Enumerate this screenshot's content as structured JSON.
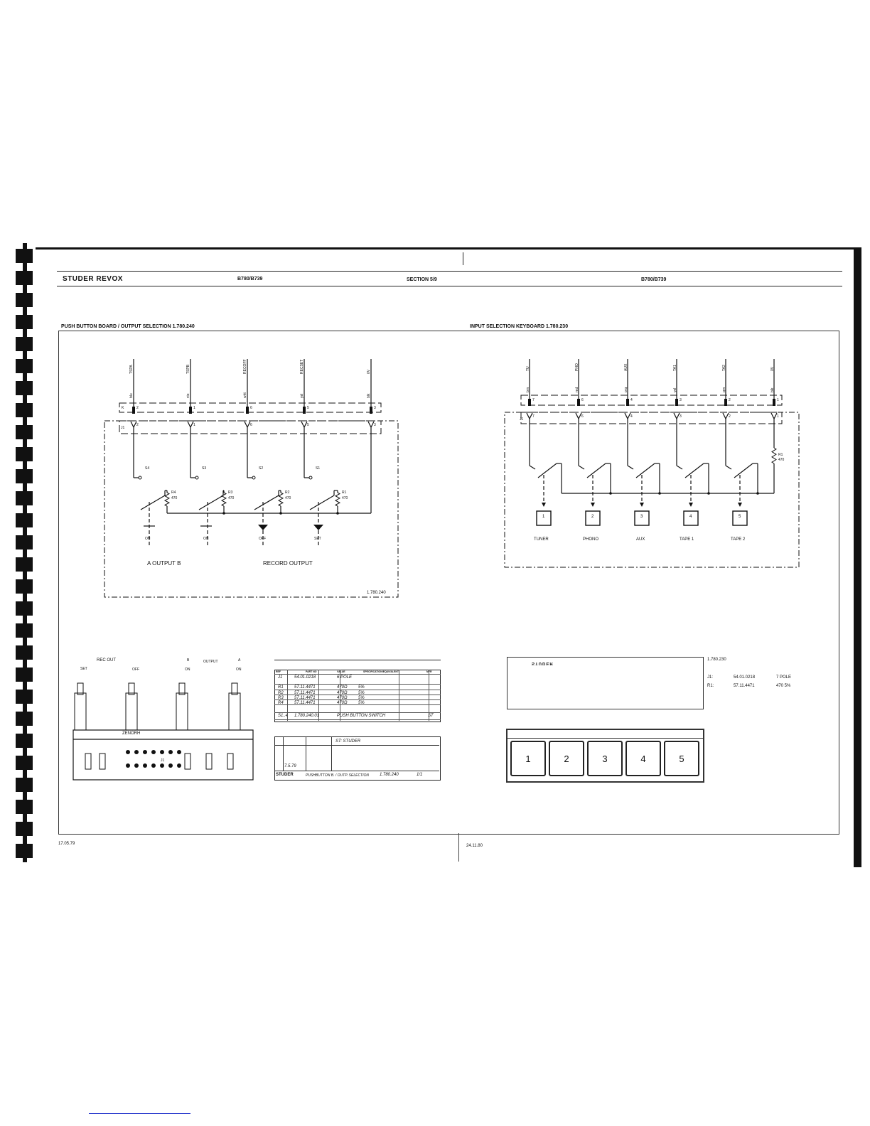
{
  "header": {
    "brand": "STUDER REVOX",
    "model_left": "B780/B739",
    "section": "SECTION 5/9",
    "model_right": "B780/B739"
  },
  "left_panel": {
    "title": "PUSH BUTTON BOARD / OUTPUT SELECTION 1.780.240",
    "wire_signals": [
      "TSPA",
      "TSPB",
      "RECOFF",
      "RECSET",
      "0V"
    ],
    "wire_colors": [
      "blu",
      "vio",
      "wht",
      "yel",
      "blk"
    ],
    "k_pins": [
      "2",
      "1",
      "6",
      "5",
      "3"
    ],
    "k_label": "K",
    "j_label": "J1",
    "switches": [
      "S4",
      "S3",
      "S2",
      "S1"
    ],
    "resistors": [
      "R4",
      "R3",
      "R2",
      "R1"
    ],
    "resistor_value": "470",
    "switch_states": [
      "ON",
      "ON",
      "OFF",
      "SET"
    ],
    "group_output": "A   OUTPUT   B",
    "group_record": "RECORD OUTPUT",
    "board_number": "1.780.240"
  },
  "right_panel": {
    "title": "INPUT SELECTION KEYBOARD 1.780.230",
    "wire_signals": [
      "TU",
      "PHO",
      "AUX",
      "TA1",
      "TA2",
      "0V"
    ],
    "wire_colors": [
      "brn",
      "red",
      "org",
      "yel",
      "grn",
      "blk"
    ],
    "pins": [
      "7",
      "6",
      "4",
      "3",
      "2",
      "1"
    ],
    "j_label": "J1",
    "resistor": "R1",
    "resistor_value": "470",
    "keys": [
      "1",
      "2",
      "3",
      "4",
      "5"
    ],
    "key_labels": [
      "TUNER",
      "PHONO",
      "AUX",
      "TAPE 1",
      "TAPE 2"
    ]
  },
  "bottom_left": {
    "labels": [
      "REC OUT",
      "SET",
      "OFF",
      "B",
      "OUTPUT",
      "A",
      "ON",
      "ON"
    ],
    "pcb_text": "ZENORH",
    "j1": "J1"
  },
  "parts_list": {
    "headers": [
      "REF",
      "PART NO",
      "VALUE",
      "SPECIFICATION/EQUIVALENT",
      "MFR"
    ],
    "rows": [
      [
        "J1",
        "54.01.0218",
        "6 POLE",
        "",
        ""
      ],
      [
        "R1",
        "57.11.4471",
        "470Ω",
        "5%",
        ""
      ],
      [
        "R2",
        "57.11.4471",
        "470Ω",
        "5%",
        ""
      ],
      [
        "R3",
        "57.11.4471",
        "470Ω",
        "5%",
        ""
      ],
      [
        "R4",
        "57.11.4471",
        "470Ω",
        "5%",
        ""
      ],
      [
        "S1..4",
        "1.780.240.01",
        "PUSH BUTTON SWITCH",
        "",
        "ST"
      ]
    ],
    "title_block_name": "ST: STUDER",
    "title_block_date": "7.5.79",
    "title_block_company": "STUDER",
    "title_block_title": "PUSHBUTTON B. / OUTP. SELECTION",
    "title_block_number": "1.780.240",
    "title_block_page": "1/1"
  },
  "bottom_right": {
    "pcb_text": "STUDER",
    "board_number": "1.780.230",
    "spec_rows": [
      {
        "ref": "J1:",
        "part": "54.01.0218",
        "desc": "7 POLE"
      },
      {
        "ref": "R1:",
        "part": "57.11.4471",
        "desc": "470   5%"
      }
    ],
    "keys": [
      "1",
      "2",
      "3",
      "4",
      "5"
    ]
  },
  "footer": {
    "date_left": "17.05.79",
    "date_center": "24.11.80"
  }
}
